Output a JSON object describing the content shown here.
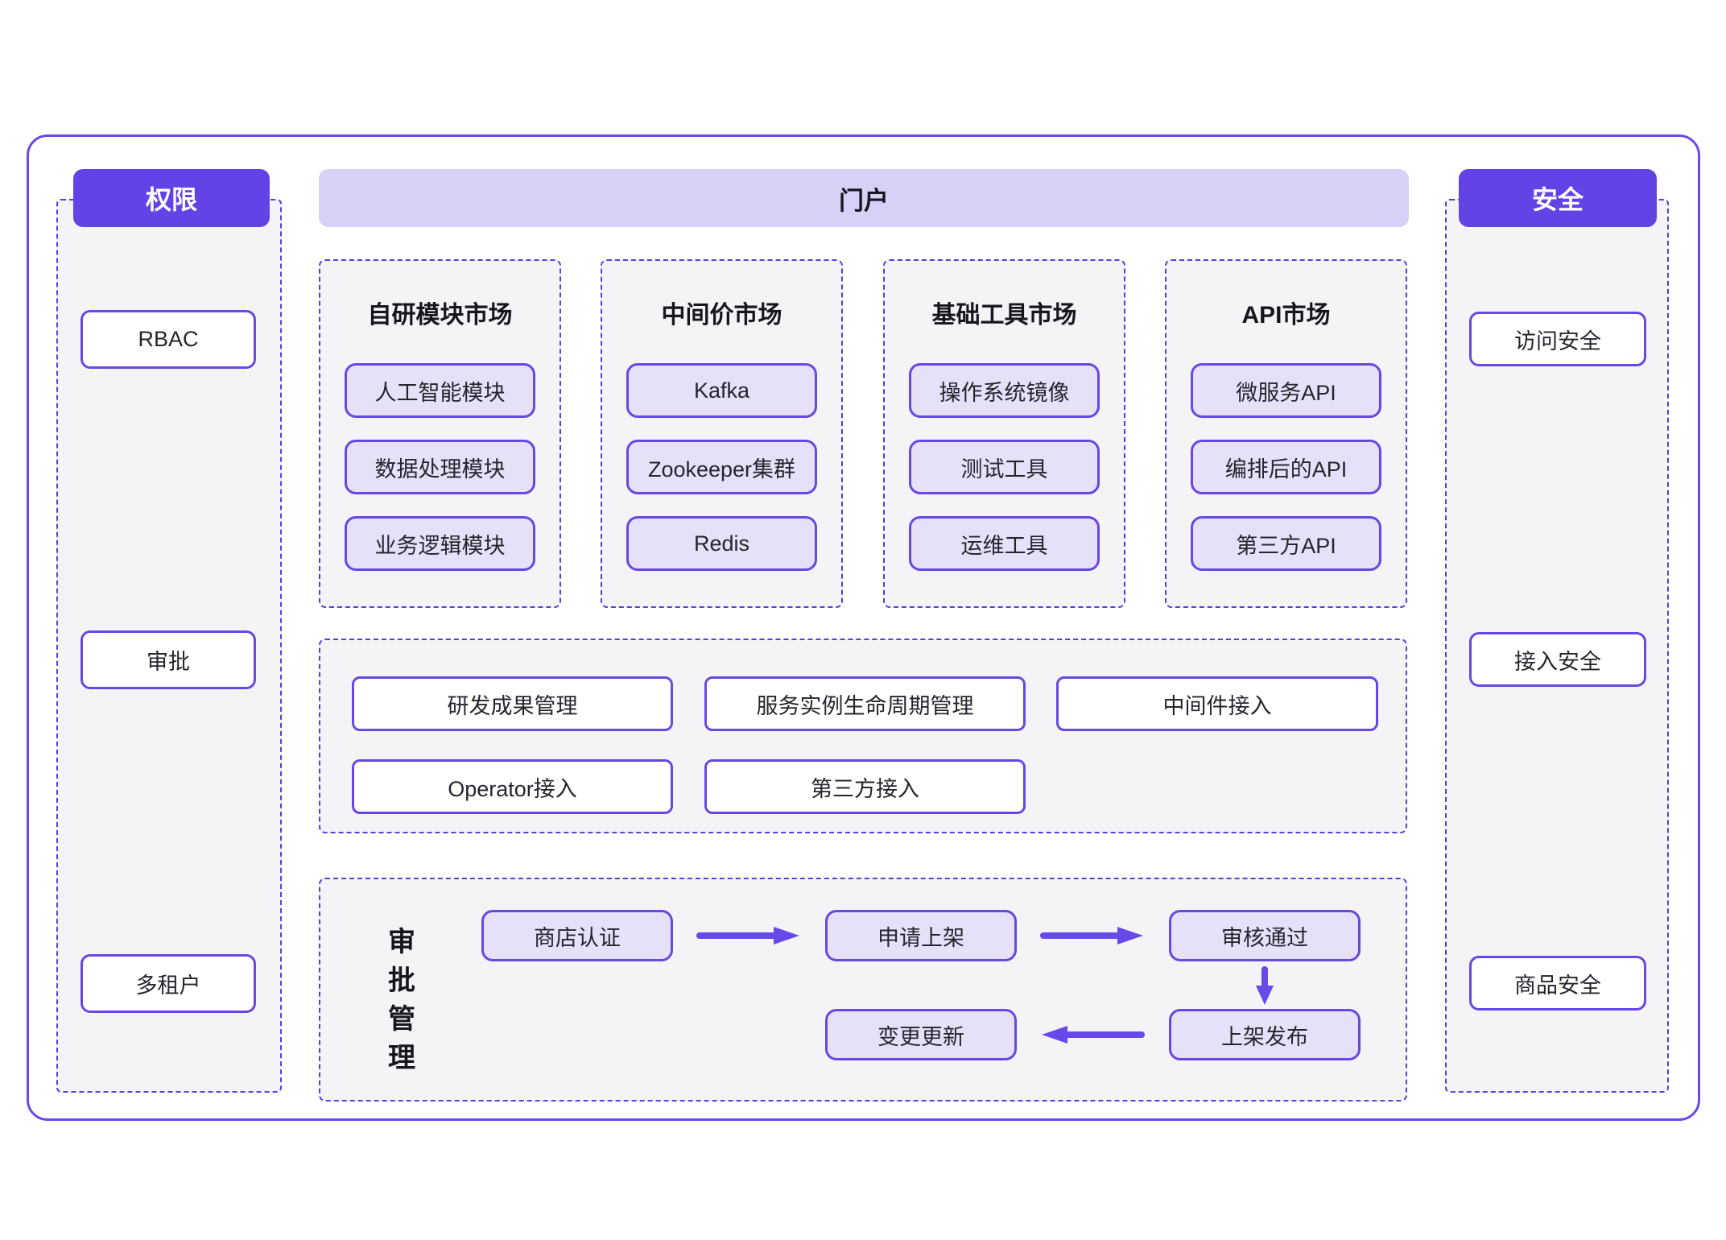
{
  "palette": {
    "accent_solid": "#6443e6",
    "accent_border": "#6847e2",
    "dashed_border": "#5540dd",
    "portal_bar_bg": "#d8d0f6",
    "item_bg": "#e6e0f8",
    "panel_bg": "#f4f4f6",
    "arrow": "#6948e9",
    "text_dark": "#17161f"
  },
  "left_panel": {
    "header": "权限",
    "items": [
      "RBAC",
      "审批",
      "多租户"
    ]
  },
  "right_panel": {
    "header": "安全",
    "items": [
      "访问安全",
      "接入安全",
      "商品安全"
    ]
  },
  "portal": {
    "header": "门户",
    "markets": [
      {
        "title": "自研模块市场",
        "items": [
          "人工智能模块",
          "数据处理模块",
          "业务逻辑模块"
        ]
      },
      {
        "title": "中间价市场",
        "items": [
          "Kafka",
          "Zookeeper集群",
          "Redis"
        ]
      },
      {
        "title": "基础工具市场",
        "items": [
          "操作系统镜像",
          "测试工具",
          "运维工具"
        ]
      },
      {
        "title": "API市场",
        "items": [
          "微服务API",
          "编排后的API",
          "第三方API"
        ]
      }
    ],
    "management": {
      "row1": [
        "研发成果管理",
        "服务实例生命周期管理",
        "中间件接入"
      ],
      "row2": [
        "Operator接入",
        "第三方接入"
      ]
    },
    "approval": {
      "label": "审批管理",
      "label_chars": [
        "审",
        "批",
        "管",
        "理"
      ],
      "flow": [
        "商店认证",
        "申请上架",
        "审核通过"
      ],
      "flow_publish": "上架发布",
      "flow_update": "变更更新"
    }
  }
}
